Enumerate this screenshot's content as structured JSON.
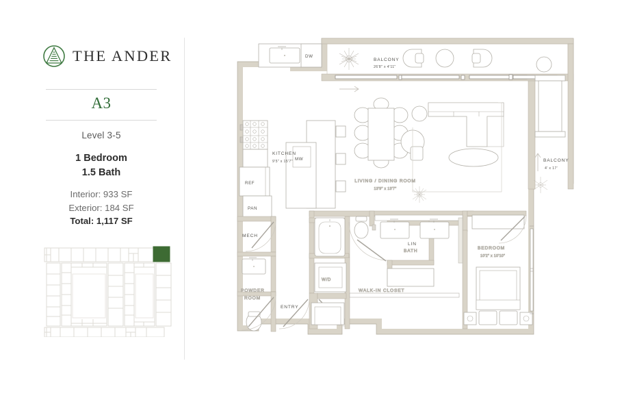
{
  "brand": {
    "name": "THE ANDER",
    "logo_icon": "ander-leaf-logo-icon",
    "accent_green": "#2f6b36"
  },
  "unit": {
    "plan_code": "A3",
    "level": "Level 3-5",
    "bedrooms": "1 Bedroom",
    "bathrooms": "1.5 Bath",
    "interior": "Interior: 933 SF",
    "exterior": "Exterior: 184 SF",
    "total": "Total: 1,117 SF"
  },
  "keyplate": {
    "name": "building-key-plate",
    "highlight_color": "#3d6b33",
    "outline_color": "#dcdcd6"
  },
  "floorplan": {
    "wall_fill": "#d9d4c8",
    "wall_stroke": "#b9b2a4",
    "furniture_stroke": "#b3b0a8",
    "label_color": "#56544f",
    "rooms": [
      {
        "name": "BALCONY",
        "dim": "26'8\" x 4'11\""
      },
      {
        "name": "KITCHEN",
        "dim": "9'5\" x 15'7\""
      },
      {
        "name": "LIVING / DINING ROOM",
        "dim": "13'9\" x 13'7\""
      },
      {
        "name": "BEDROOM",
        "dim": "10'2\" x 10'10\""
      },
      {
        "name": "BALCONY",
        "dim": "4' x 17'"
      },
      {
        "name": "BATH",
        "dim": ""
      },
      {
        "name": "WALK-IN CLOSET",
        "dim": ""
      },
      {
        "name": "POWDER ROOM",
        "dim": ""
      },
      {
        "name": "ENTRY",
        "dim": ""
      },
      {
        "name": "MECH",
        "dim": ""
      },
      {
        "name": "LIN",
        "dim": ""
      }
    ],
    "appliances": [
      {
        "label": "DW"
      },
      {
        "label": "REF"
      },
      {
        "label": "PAN"
      },
      {
        "label": "MW"
      },
      {
        "label": "W/D"
      }
    ]
  }
}
